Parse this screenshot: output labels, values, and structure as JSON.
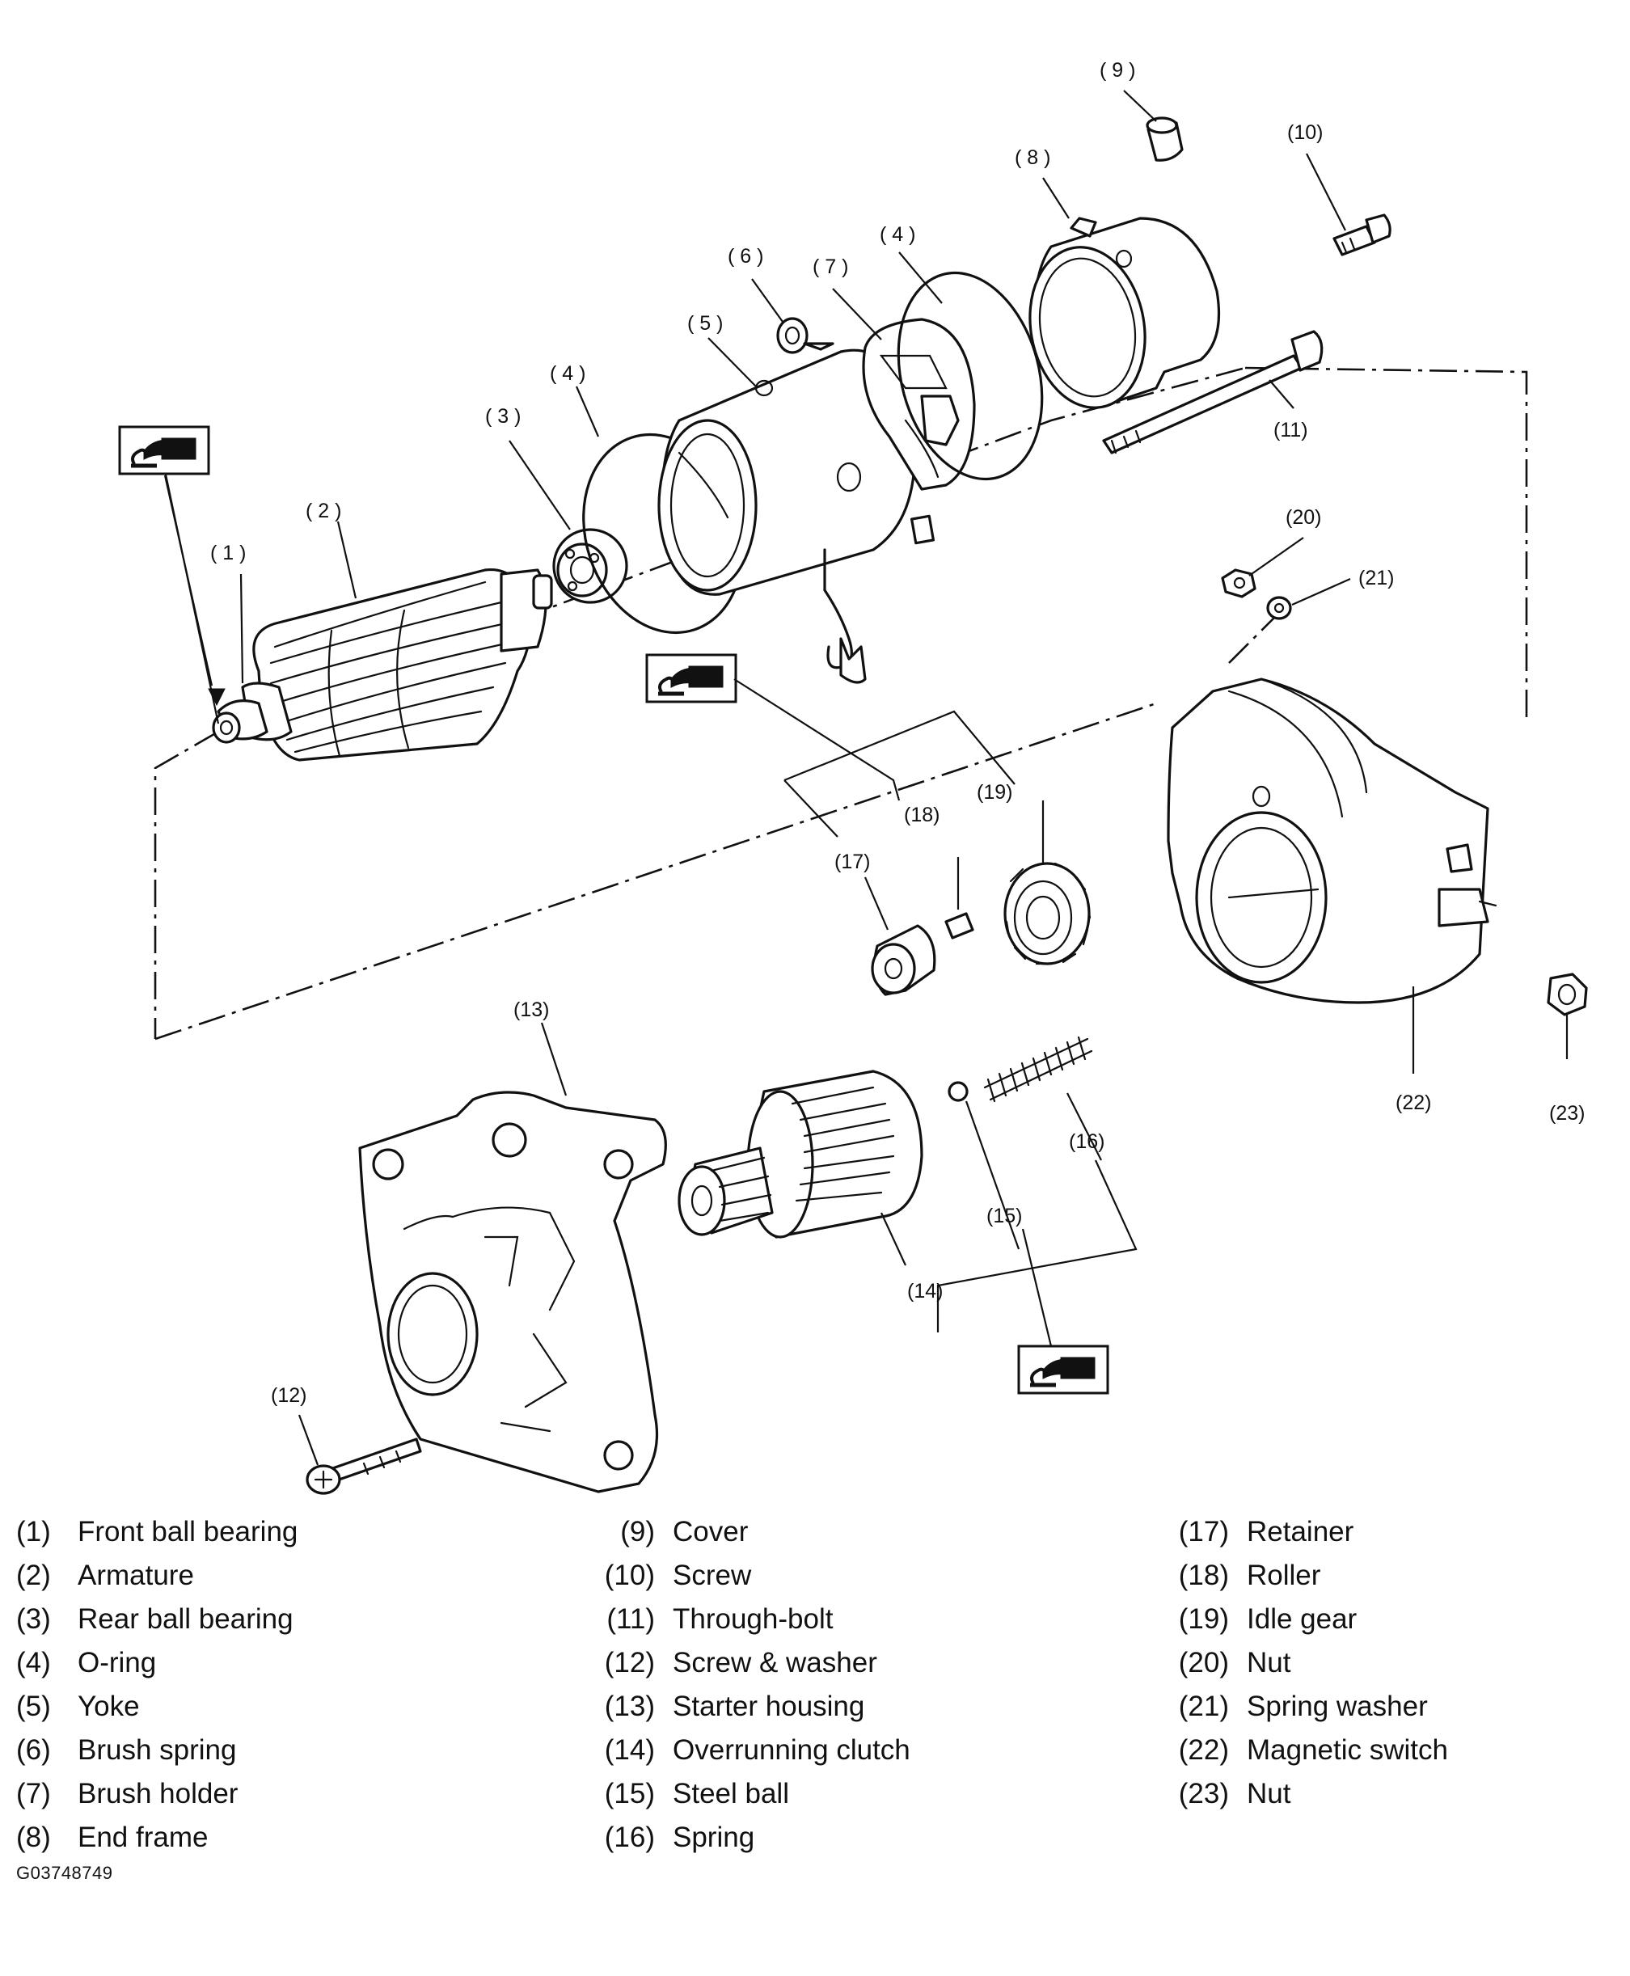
{
  "callouts": {
    "c1": "( 1 )",
    "c2": "( 2 )",
    "c3": "( 3 )",
    "c4a": "( 4 )",
    "c4b": "( 4 )",
    "c5": "( 5 )",
    "c6": "( 6 )",
    "c7": "( 7 )",
    "c8": "( 8 )",
    "c9": "( 9 )",
    "c10": "(10)",
    "c11": "(11)",
    "c12": "(12)",
    "c13": "(13)",
    "c14": "(14)",
    "c15": "(15)",
    "c16": "(16)",
    "c17": "(17)",
    "c18": "(18)",
    "c19": "(19)",
    "c20": "(20)",
    "c21": "(21)",
    "c22": "(22)",
    "c23": "(23)"
  },
  "legend": {
    "col1": [
      {
        "num": "(1)",
        "label": "Front ball bearing"
      },
      {
        "num": "(2)",
        "label": "Armature"
      },
      {
        "num": "(3)",
        "label": "Rear ball bearing"
      },
      {
        "num": "(4)",
        "label": "O-ring"
      },
      {
        "num": "(5)",
        "label": "Yoke"
      },
      {
        "num": "(6)",
        "label": "Brush spring"
      },
      {
        "num": "(7)",
        "label": "Brush holder"
      },
      {
        "num": "(8)",
        "label": "End frame"
      }
    ],
    "col2": [
      {
        "num": "(9)",
        "label": "Cover"
      },
      {
        "num": "(10)",
        "label": "Screw"
      },
      {
        "num": "(11)",
        "label": "Through-bolt"
      },
      {
        "num": "(12)",
        "label": "Screw & washer"
      },
      {
        "num": "(13)",
        "label": "Starter housing"
      },
      {
        "num": "(14)",
        "label": "Overrunning clutch"
      },
      {
        "num": "(15)",
        "label": "Steel ball"
      },
      {
        "num": "(16)",
        "label": "Spring"
      }
    ],
    "col3": [
      {
        "num": "(17)",
        "label": "Retainer"
      },
      {
        "num": "(18)",
        "label": "Roller"
      },
      {
        "num": "(19)",
        "label": "Idle gear"
      },
      {
        "num": "(20)",
        "label": "Nut"
      },
      {
        "num": "(21)",
        "label": "Spring washer"
      },
      {
        "num": "(22)",
        "label": "Magnetic switch"
      },
      {
        "num": "(23)",
        "label": "Nut"
      }
    ]
  },
  "figure_id": "G03748749",
  "icons": [
    "grease-icon",
    "grease-icon",
    "grease-icon"
  ]
}
